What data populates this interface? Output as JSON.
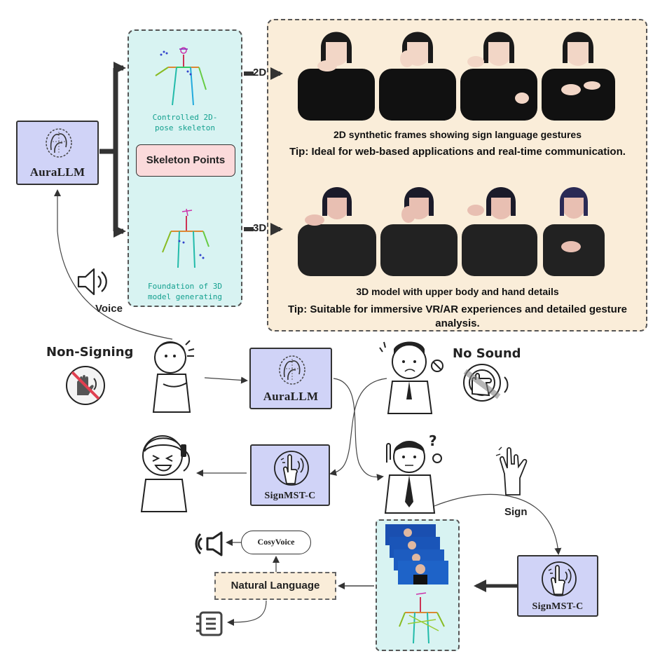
{
  "models": {
    "aurallm_top": "AuraLLM",
    "aurallm_mid": "AuraLLM",
    "signmst_left": "SignMST-C",
    "signmst_right": "SignMST-C"
  },
  "skeleton_panel": {
    "caption_2d": "Controlled 2D-pose skeleton",
    "caption_2d_l1": "Controlled 2D-",
    "caption_2d_l2": "pose skeleton",
    "skeleton_points": "Skeleton Points",
    "caption_3d_l1": "Foundation of 3D",
    "caption_3d_l2": "model generating"
  },
  "arrows": {
    "label_2d": "2D",
    "label_3d": "3D",
    "voice": "Voice",
    "sign": "Sign"
  },
  "output_panel": {
    "caption_2d": "2D synthetic frames showing sign language gestures",
    "tip_2d": "Tip: Ideal for web-based applications and real-time communication.",
    "caption_3d": "3D model with upper body and hand details",
    "tip_3d_l1": "Tip: Suitable for immersive VR/AR experiences and detailed gesture",
    "tip_3d_l2": "analysis."
  },
  "people": {
    "non_signing": "Non-Signing",
    "no_sound": "No Sound"
  },
  "bottom": {
    "cosyvoice": "CosyVoice",
    "natural_language": "Natural Language"
  },
  "icons": [
    "brain-icon",
    "speaker-icon",
    "mute-hand-icon",
    "no-sound-hand-icon",
    "sign-hand-icon",
    "raised-hand-icon",
    "document-icon"
  ],
  "colors": {
    "llm_box": "#d0d3f7",
    "skeleton_panel": "#d8f3f2",
    "output_panel": "#faedd9",
    "skeleton_points_box": "#fbdadb",
    "teal_text": "#13a08f",
    "shirt": "#111111",
    "blue_frame": "#1e63c8"
  }
}
